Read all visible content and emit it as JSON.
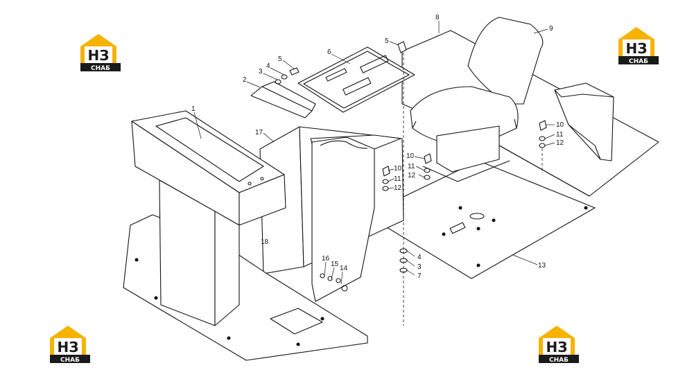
{
  "logo": {
    "mark": "НЗ",
    "caption": "СНАБ",
    "accent": "#f5b300",
    "dark": "#1a1a1a"
  },
  "callouts": {
    "c1": "1",
    "c2": "2",
    "c3a": "3",
    "c4a": "4",
    "c5a": "5",
    "c6": "6",
    "c5b": "5",
    "c8": "8",
    "c9": "9",
    "c17": "17",
    "c10a": "10",
    "c11a": "11",
    "c12a": "12",
    "c10b": "10",
    "c11b": "11",
    "c12b": "12",
    "c10c": "10",
    "c11c": "11",
    "c12c": "12",
    "c4b": "4",
    "c3b": "3",
    "c7": "7",
    "c13": "13",
    "c16": "16",
    "c15": "15",
    "c14": "14",
    "c18": "18"
  }
}
